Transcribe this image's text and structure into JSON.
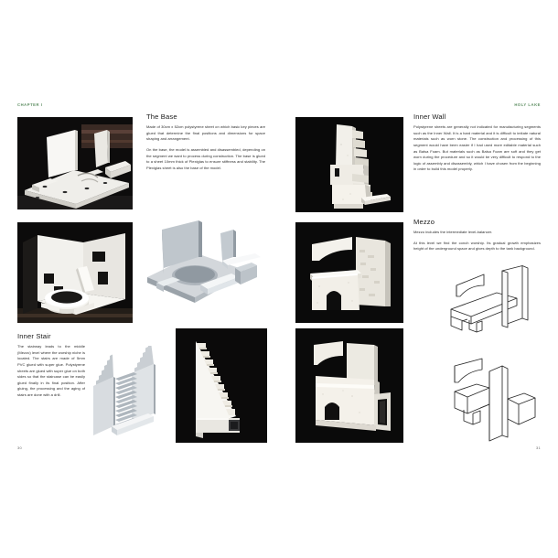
{
  "document": {
    "type": "book-spread",
    "background": "#ffffff",
    "accent_color": "#5f8f63"
  },
  "running_head": {
    "left": "CHAPTER I",
    "right": "HOLY LAKE"
  },
  "folios": {
    "left_page": "30",
    "right_page": "31"
  },
  "left_page": {
    "sections": [
      {
        "id": "the-base",
        "heading": "The Base",
        "paragraphs": [
          "Made of 30cm x 52cm polystyrene sheet on which basic key pieces are glued that determine the final positions and dimensions for space shaping and arrangement.",
          "On the base, the model is assembled and disassembled, depending on the segment we want to process during construction. The base is glued to a sheet 10mm thick of Plexiglas to ensure stiffness and stability. The Plexiglas sheet is also the base of the model."
        ]
      },
      {
        "id": "inner-stair",
        "heading": "Inner Stair",
        "paragraphs": [
          "The stairway leads to the middle (Mezzo) level where the worship niche is located. The stairs are made of 5mm PVC glued with super glue. Polystyrene sheets are glued with super glue on both sides so that the staircase can be easily glued finally in its final position. After gluing, the processing and the aging of stairs are done with a drill."
        ]
      }
    ],
    "figures": [
      {
        "id": "base-photo-top",
        "kind": "photograph",
        "caption_alt": "White polystyrene model base with upright walls on dark studio background"
      },
      {
        "id": "base-photo-bottom",
        "kind": "photograph",
        "caption_alt": "Interior corner of the model with circular basin and wall openings"
      },
      {
        "id": "base-render",
        "kind": "3d-render",
        "caption_alt": "Grey shaded 3D render of the base plate with circular recess"
      },
      {
        "id": "stair-render",
        "kind": "3d-render",
        "caption_alt": "Grey shaded 3D render of stair stringers and treads"
      },
      {
        "id": "stair-photo",
        "kind": "photograph",
        "caption_alt": "Finished white staircase element photographed on black"
      }
    ]
  },
  "right_page": {
    "sections": [
      {
        "id": "inner-wall",
        "heading": "Inner Wall",
        "paragraphs": [
          "Polystyrene sheets are generally not indicated for manufacturing segments such as the Inner Wall. It is a hard material and it is difficult to imitate natural materials such as worn stone. The construction and processing of this segment would have been easier if I had used more editable material such as Balsa Foam. But materials such as Balsa Foam are soft and they get worn during the procedure and so it would be very difficult to respond to the logic of assembly and disassembly, which I have chosen from the beginning in order to build this model properly."
        ]
      },
      {
        "id": "mezzo",
        "heading": "Mezzo",
        "paragraphs": [
          "Mezzo includes the intermediate level-balancer.",
          "At this level we find the conch worship. Its gradual growth emphasizes height of the underground space and gives depth to the tank background."
        ]
      }
    ],
    "figures": [
      {
        "id": "inner-wall-photo",
        "kind": "photograph",
        "caption_alt": "Stepped inner wall segment in white polystyrene on black"
      },
      {
        "id": "mezzo-photo-top",
        "kind": "photograph",
        "caption_alt": "Mezzo wall segment with arched opening, front view"
      },
      {
        "id": "mezzo-photo-bottom",
        "kind": "photograph",
        "caption_alt": "Mezzo wall segment angled view showing depth and niche"
      },
      {
        "id": "mezzo-line-top",
        "kind": "line-drawing",
        "caption_alt": "Isometric line drawing of mezzo panels exploded"
      },
      {
        "id": "mezzo-line-bottom",
        "kind": "line-drawing",
        "caption_alt": "Isometric line drawing of mezzo assembly with volumes"
      }
    ]
  }
}
